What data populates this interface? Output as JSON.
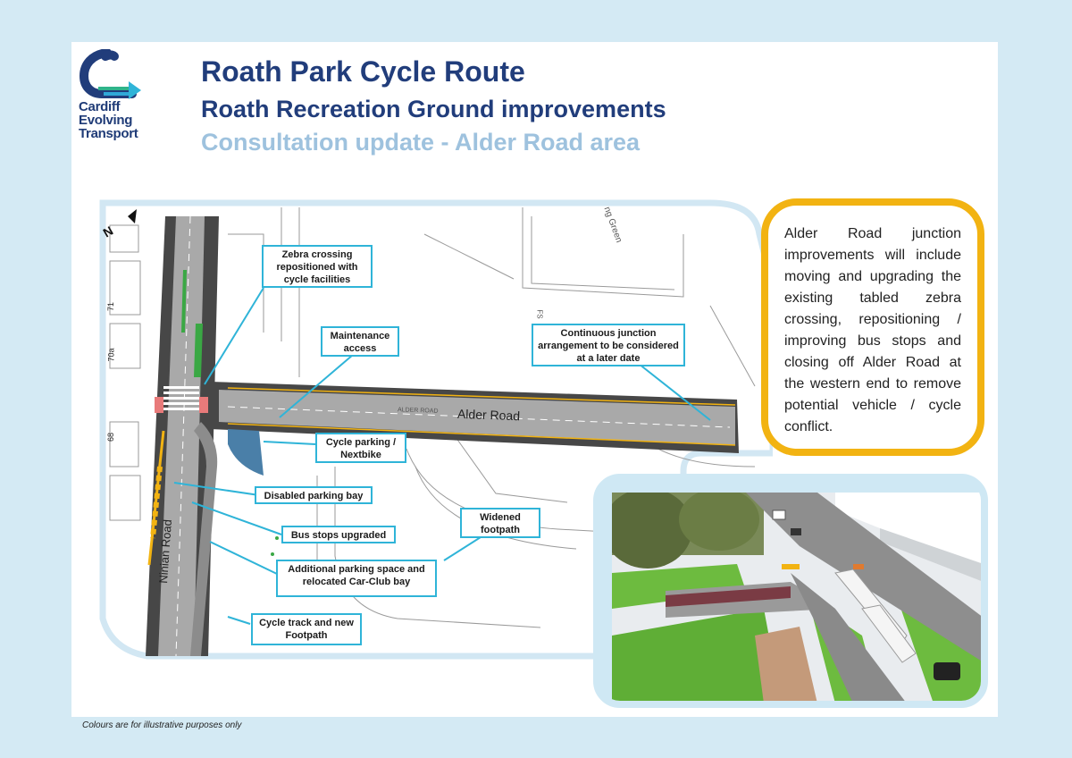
{
  "header": {
    "title": "Roath Park Cycle Route",
    "subtitle": "Roath Recreation Ground improvements",
    "subtitle2": "Consultation update - Alder Road area"
  },
  "logo": {
    "line1": "Cardiff",
    "line2": "Evolving",
    "line3": "Transport"
  },
  "map": {
    "road_alder": "Alder Road",
    "road_alder_small": "ALDER ROAD",
    "road_ninian": "Ninian Road",
    "numbers": [
      "71",
      "70a",
      "68"
    ],
    "green_label": "ng Green",
    "fs_label": "FS",
    "callouts": {
      "zebra": "Zebra crossing repositioned with cycle facilities",
      "maintenance": "Maintenance access",
      "junction": "Continuous junction arrangement to be considered at a later date",
      "cycle_parking": "Cycle parking / Nextbike",
      "disabled": "Disabled parking bay",
      "bus_stops": "Bus stops upgraded",
      "widened": "Widened footpath",
      "parking_space": "Additional parking space and relocated Car-Club bay",
      "cycle_track": "Cycle track and new Footpath"
    }
  },
  "info": {
    "text": "Alder Road junction improvements will include moving and upgrading the existing tabled zebra crossing, repositioning / improving bus stops and closing off Alder Road at the western end to remove potential vehicle / cycle conflict."
  },
  "footnote": "Colours are for illustrative purposes only",
  "colors": {
    "brand_blue": "#213d7b",
    "light_blue": "#9ec2de",
    "callout_border": "#2fb4d8",
    "highlight_yellow": "#f2b312"
  }
}
